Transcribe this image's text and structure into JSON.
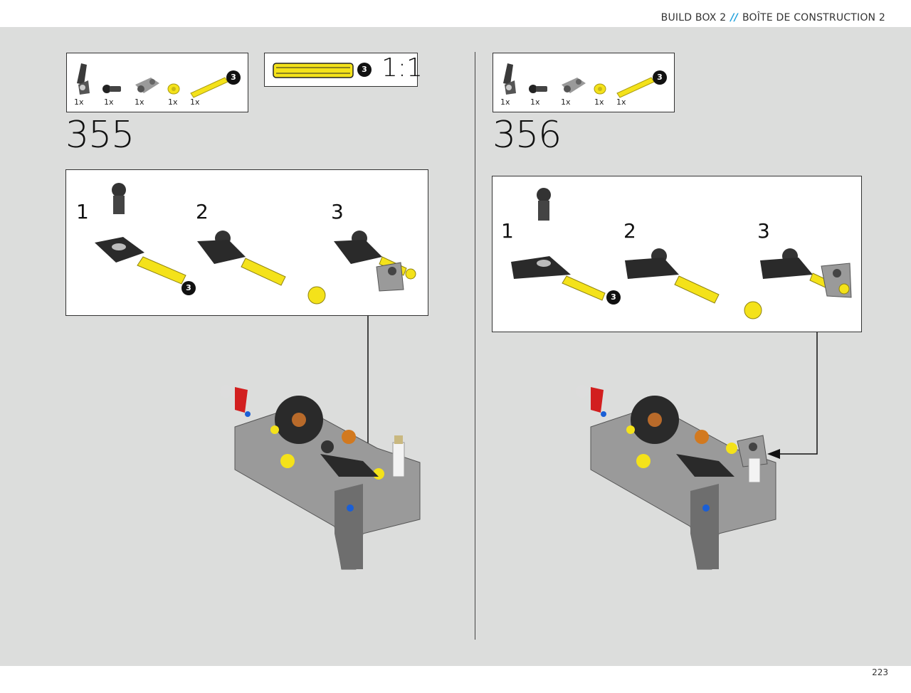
{
  "header": {
    "left": "BUILD BOX 2",
    "separator": "//",
    "right": "BOÎTE DE CONSTRUCTION 2"
  },
  "page_number": "223",
  "step355": {
    "number": "355",
    "parts": [
      {
        "name": "angled-connector",
        "qty": "1x"
      },
      {
        "name": "ball-joint",
        "qty": "1x"
      },
      {
        "name": "gray-connector",
        "qty": "1x"
      },
      {
        "name": "yellow-bush",
        "qty": "1x"
      },
      {
        "name": "yellow-axle-3",
        "qty": "1x",
        "badge": "3"
      }
    ],
    "scale_badge": "3",
    "scale_ratio": "1:1",
    "substeps": [
      {
        "label": "1",
        "badge": "3"
      },
      {
        "label": "2"
      },
      {
        "label": "3"
      }
    ]
  },
  "step356": {
    "number": "356",
    "parts": [
      {
        "name": "angled-connector",
        "qty": "1x"
      },
      {
        "name": "ball-joint",
        "qty": "1x"
      },
      {
        "name": "gray-connector",
        "qty": "1x"
      },
      {
        "name": "yellow-bush",
        "qty": "1x"
      },
      {
        "name": "yellow-axle-3",
        "qty": "1x",
        "badge": "3"
      }
    ],
    "substeps": [
      {
        "label": "1",
        "badge": "3"
      },
      {
        "label": "2"
      },
      {
        "label": "3"
      }
    ]
  },
  "colors": {
    "background": "#dcdddc",
    "accent": "#1ea0dc",
    "yellow": "#f4e21a",
    "dark": "#2a2a2a"
  }
}
